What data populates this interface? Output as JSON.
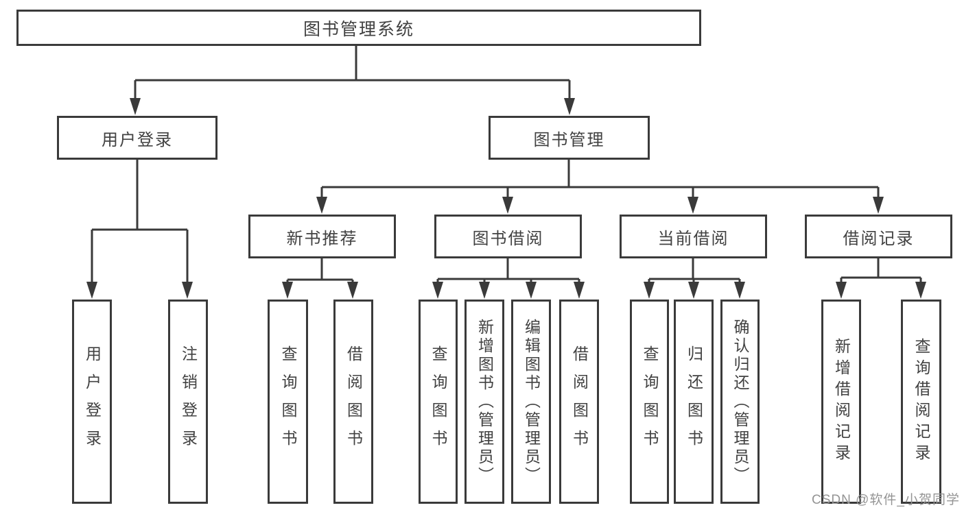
{
  "tree": {
    "root": {
      "label": "图书管理系统",
      "children": [
        {
          "label": "用户登录",
          "children": [
            {
              "label": "用户登录"
            },
            {
              "label": "注销登录"
            }
          ]
        },
        {
          "label": "图书管理",
          "children": [
            {
              "label": "新书推荐",
              "children": [
                {
                  "label": "查询图书"
                },
                {
                  "label": "借阅图书"
                }
              ]
            },
            {
              "label": "图书借阅",
              "children": [
                {
                  "label": "查询图书"
                },
                {
                  "label": "新增图书（管理员）"
                },
                {
                  "label": "编辑图书（管理员）"
                },
                {
                  "label": "借阅图书"
                }
              ]
            },
            {
              "label": "当前借阅",
              "children": [
                {
                  "label": "查询图书"
                },
                {
                  "label": "归还图书"
                },
                {
                  "label": "确认归还（管理员）"
                }
              ]
            },
            {
              "label": "借阅记录",
              "children": [
                {
                  "label": "新增借阅记录"
                },
                {
                  "label": "查询借阅记录"
                }
              ]
            }
          ]
        }
      ]
    }
  },
  "watermark": {
    "text": "CSDN @软件_小贺同学"
  },
  "colors": {
    "line": "#3a3a3a",
    "box_border": "#3a3a3a",
    "text": "#414141",
    "watermark": "#949494",
    "background": "#ffffff"
  }
}
